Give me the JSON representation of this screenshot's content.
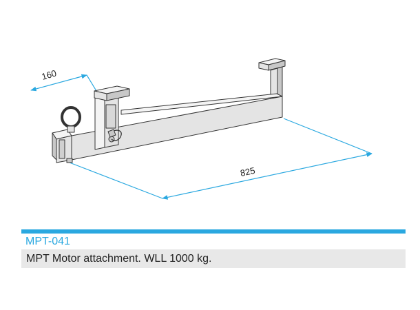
{
  "drawing": {
    "dim_width": "160",
    "dim_length": "825",
    "dim_color": "#2aa8e0",
    "line_color": "#333333",
    "fill_light": "#f4f4f4",
    "fill_mid": "#e4e4e4",
    "fill_dark": "#c8c8c8"
  },
  "product": {
    "code": "MPT-041",
    "description": "MPT Motor attachment. WLL 1000 kg."
  },
  "accent_color": "#2aa8e0",
  "row_bg": "#e8e8e8"
}
